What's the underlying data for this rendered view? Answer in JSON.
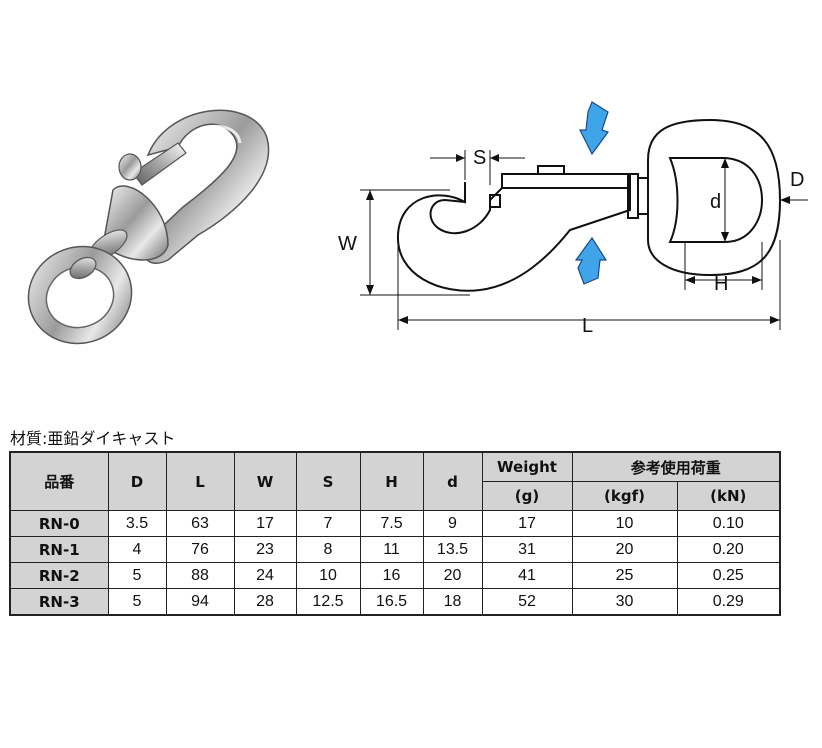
{
  "drawing": {
    "labels": {
      "s": "S",
      "w": "W",
      "d_upper": "D",
      "d_lower": "d",
      "h": "H",
      "l": "L"
    }
  },
  "material": "材質:亜鉛ダイキャスト",
  "table": {
    "headers": {
      "part_no": "品番",
      "d_upper": "D",
      "l": "L",
      "w": "W",
      "s": "S",
      "h": "H",
      "d_lower": "d",
      "weight": "Weight",
      "weight_unit": "(g)",
      "load_group": "参考使用荷重",
      "load_kgf": "(kgf)",
      "load_kn": "(kN)"
    },
    "rows": [
      {
        "part": "RN-0",
        "D": "3.5",
        "L": "63",
        "W": "17",
        "S": "7",
        "H": "7.5",
        "d": "9",
        "weight": "17",
        "kgf": "10",
        "kn": "0.10"
      },
      {
        "part": "RN-1",
        "D": "4",
        "L": "76",
        "W": "23",
        "S": "8",
        "H": "11",
        "d": "13.5",
        "weight": "31",
        "kgf": "20",
        "kn": "0.20"
      },
      {
        "part": "RN-2",
        "D": "5",
        "L": "88",
        "W": "24",
        "S": "10",
        "H": "16",
        "d": "20",
        "weight": "41",
        "kgf": "25",
        "kn": "0.25"
      },
      {
        "part": "RN-3",
        "D": "5",
        "L": "94",
        "W": "28",
        "S": "12.5",
        "H": "16.5",
        "d": "18",
        "weight": "52",
        "kgf": "30",
        "kn": "0.29"
      }
    ]
  },
  "colors": {
    "arrow_blue": "#3fa4e8",
    "header_gray": "#d3d3d3"
  }
}
